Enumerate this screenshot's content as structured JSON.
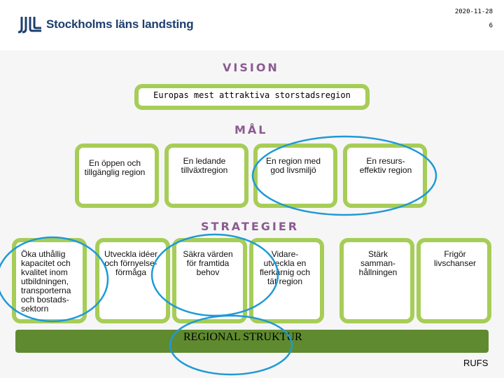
{
  "header": {
    "org_name": "Stockholms läns landsting",
    "date": "2020-11-28",
    "page_number": "6",
    "logo_icon": "sll-logo-icon"
  },
  "vision": {
    "heading": "VISION",
    "statement": "Europas mest attraktiva storstadsregion"
  },
  "goals": {
    "heading": "MÅL",
    "items": [
      "En öppen och tillgänglig region",
      "En ledande tillväxtregion",
      "En region med god livsmiljö",
      "En resurs- effektiv region"
    ]
  },
  "strategies": {
    "heading": "STRATEGIER",
    "items": [
      "Öka uthållig kapacitet och kvalitet inom utbildningen, transporterna och bostads- sektorn",
      "Utveckla idéer och förnyelse- förmåga",
      "Säkra värden för framtida behov",
      "Vidare- utveckla en flerkärnig och tät region",
      "Stärk samman- hållningen",
      "Frigör livschanser"
    ]
  },
  "regional_structure": "REGIONAL STRUKTUR",
  "footer": "RUFS",
  "colors": {
    "accent_green": "#a6cd57",
    "bar_green": "#5f8a2f",
    "heading_purple": "#8c5a92",
    "highlight_blue": "#1e9ad6",
    "logo_blue": "#1d3f6e"
  }
}
